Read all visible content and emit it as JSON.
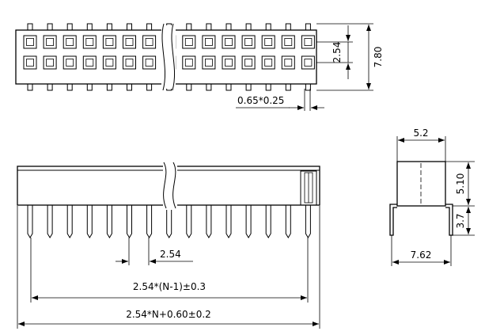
{
  "dimensions": {
    "top_pitch": "2.54",
    "top_height": "7.80",
    "pin_width": "0.65*0.25",
    "side_width": "5.2",
    "side_body_height": "5.10",
    "side_pin_length": "3.7",
    "side_pin_spacing": "7.62",
    "front_pitch": "2.54",
    "front_span": "2.54*(N-1)±0.3",
    "front_total": "2.54*N+0.60±0.2"
  }
}
